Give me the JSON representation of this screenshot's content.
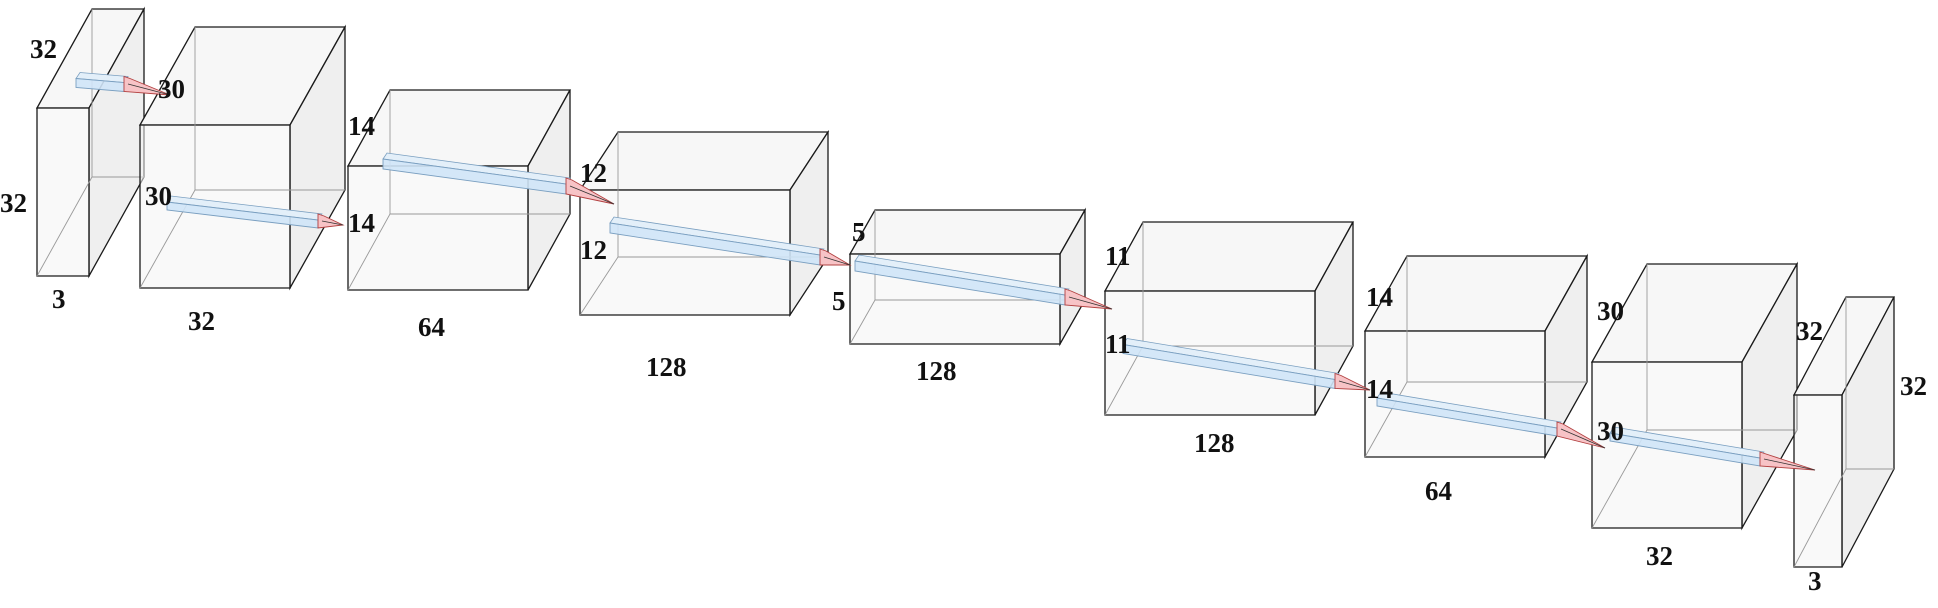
{
  "colors": {
    "box_fill": "#f4f4f4",
    "box_stroke": "#1a1a1a",
    "kernel_fill": "#cfe4f7",
    "kernel_stroke": "#7a9fc0",
    "cone_fill": "#f7c3c6",
    "cone_stroke": "#b24040",
    "label": "#111111"
  },
  "blocks": [
    {
      "id": "input",
      "height_label": "32",
      "width_label": "32",
      "depth_label": "3"
    },
    {
      "id": "conv1",
      "height_label": "30",
      "width_label": "30",
      "depth_label": "32"
    },
    {
      "id": "conv2",
      "height_label": "14",
      "width_label": "14",
      "depth_label": "64"
    },
    {
      "id": "conv3",
      "height_label": "12",
      "width_label": "12",
      "depth_label": "128"
    },
    {
      "id": "conv4",
      "height_label": "5",
      "width_label": "5",
      "depth_label": "128"
    },
    {
      "id": "deconv1",
      "height_label": "11",
      "width_label": "11",
      "depth_label": "128"
    },
    {
      "id": "deconv2",
      "height_label": "14",
      "width_label": "14",
      "depth_label": "64"
    },
    {
      "id": "deconv3",
      "height_label": "30",
      "width_label": "30",
      "depth_label": "32"
    },
    {
      "id": "output",
      "height_label": "32",
      "width_label": "32",
      "depth_label": "3"
    }
  ],
  "connections": [
    {
      "from": "input",
      "to": "conv1"
    },
    {
      "from": "conv1",
      "to": "conv2"
    },
    {
      "from": "conv2",
      "to": "conv3"
    },
    {
      "from": "conv3",
      "to": "conv4"
    },
    {
      "from": "conv4",
      "to": "deconv1"
    },
    {
      "from": "deconv1",
      "to": "deconv2"
    },
    {
      "from": "deconv2",
      "to": "deconv3"
    },
    {
      "from": "deconv3",
      "to": "output"
    }
  ]
}
